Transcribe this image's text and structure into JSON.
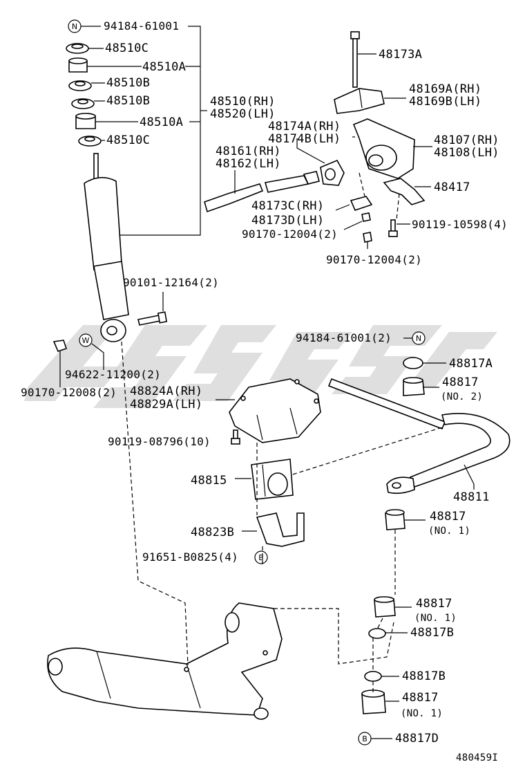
{
  "labels": {
    "p94184_61001": "94184-61001",
    "p48510C_1": "48510C",
    "p48510A_1": "48510A",
    "p48510B_1": "48510B",
    "p48510B_2": "48510B",
    "p48510A_2": "48510A",
    "p48510C_2": "48510C",
    "p48510_rh": "48510(RH)",
    "p48520_lh": "48520(LH)",
    "p48173A": "48173A",
    "p48169A": "48169A(RH)",
    "p48169B": "48169B(LH)",
    "p48174A": "48174A(RH)",
    "p48174B": "48174B(LH)",
    "p48107": "48107(RH)",
    "p48108": "48108(LH)",
    "p48161": "48161(RH)",
    "p48162": "48162(LH)",
    "p48417": "48417",
    "p48173C": "48173C(RH)",
    "p48173D": "48173D(LH)",
    "p90119_10598": "90119-10598(4)",
    "p90170_12004_a": "90170-12004(2)",
    "p90170_12004_b": "90170-12004(2)",
    "p90101_12164": "90101-12164(2)",
    "p94184_61001_2": "94184-61001(2)",
    "p94622_11200": "94622-11200(2)",
    "p90170_12008": "90170-12008(2)",
    "p48817A": "48817A",
    "p48817_no2": "48817",
    "p48817_no2_sub": "(NO. 2)",
    "p48824A": "48824A(RH)",
    "p48829A": "48829A(LH)",
    "p90119_08796": "90119-08796(10)",
    "p48815": "48815",
    "p48811": "48811",
    "p48817_no1_a": "48817",
    "p48817_no1_a_sub": "(NO. 1)",
    "p48823B": "48823B",
    "p91651_B0825": "91651-B0825(4)",
    "p48817_no1_b": "48817",
    "p48817_no1_b_sub": "(NO. 1)",
    "p48817B_1": "48817B",
    "p48817B_2": "48817B",
    "p48817_no1_c": "48817",
    "p48817_no1_c_sub": "(NO. 1)",
    "p48817D": "48817D",
    "diagram_code": "480459I"
  },
  "callouts": {
    "N": "N",
    "W": "W",
    "B": "B"
  }
}
